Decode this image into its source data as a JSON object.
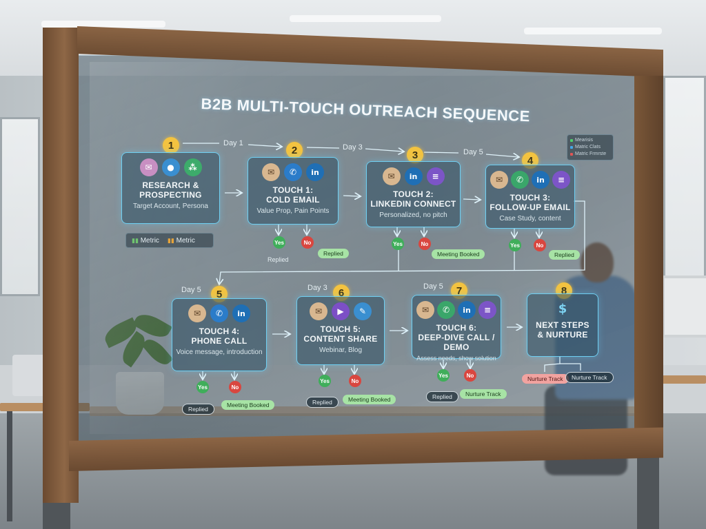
{
  "title": "B2B MULTI-TOUCH OUTREACH SEQUENCE",
  "legend": [
    {
      "label": "Mearisis",
      "color": "#4fd06b"
    },
    {
      "label": "Matric Clats",
      "color": "#43a8e8"
    },
    {
      "label": "Matric Frmrste",
      "color": "#e25555"
    }
  ],
  "metrics": [
    "Metric",
    "Metric"
  ],
  "days": {
    "d1": "Day 1",
    "d2": "Day 3",
    "d3": "Day 5",
    "d4": "Day 5",
    "d5": "Day 3",
    "d6": "Day 5"
  },
  "steps": [
    {
      "num": "1",
      "title": "RESEARCH &",
      "title2": "PROSPECTING",
      "sub": "Target Account, Persona"
    },
    {
      "num": "2",
      "title": "TOUCH 1:",
      "title2": "COLD EMAIL",
      "sub": "Value Prop, Pain Points"
    },
    {
      "num": "3",
      "title": "TOUCH 2:",
      "title2": "LINKEDIN CONNECT",
      "sub": "Personalized, no pitch"
    },
    {
      "num": "4",
      "title": "TOUCH 3:",
      "title2": "FOLLOW-UP EMAIL",
      "sub": "Case Study, content"
    },
    {
      "num": "5",
      "title": "TOUCH 4:",
      "title2": "PHONE CALL",
      "sub": "Voice message, introduction"
    },
    {
      "num": "6",
      "title": "TOUCH 5:",
      "title2": "CONTENT SHARE",
      "sub": "Webinar, Blog"
    },
    {
      "num": "7",
      "title": "TOUCH 6:",
      "title2": "DEEP-DIVE CALL / DEMO",
      "sub": "Assess needs, show solution"
    },
    {
      "num": "8",
      "title": "NEXT STEPS",
      "title2": "& NURTURE",
      "sub": ""
    }
  ],
  "outcomes": {
    "yes": "Yes",
    "no": "No",
    "replied": "Replied",
    "meeting_booked": "Meeting Booked",
    "nurture_track": "Nurture Track"
  }
}
